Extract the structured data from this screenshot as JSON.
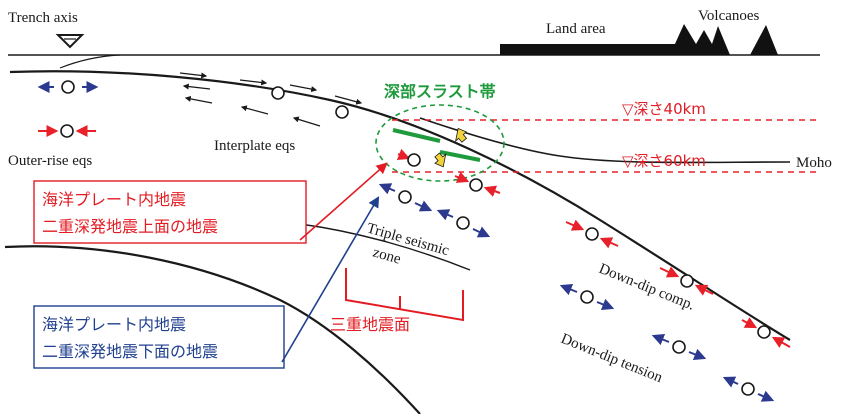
{
  "labels": {
    "trench_axis": "Trench axis",
    "land_area": "Land area",
    "volcanoes": "Volcanoes",
    "moho": "Moho",
    "outer_rise": "Outer-rise eqs",
    "interplate": "Interplate eqs",
    "triple_line1": "Triple seismic",
    "triple_line2": "zone",
    "downdip_comp": "Down-dip comp.",
    "downdip_tension": "Down-dip tension"
  },
  "annotations": {
    "deep_thrust": "深部スラスト帯",
    "depth40": "▽深さ40km",
    "depth60": "▽深さ60km",
    "upper_line1": "海洋プレート内地震",
    "upper_line2": "二重深発地震上面の地震",
    "lower_line1": "海洋プレート内地震",
    "lower_line2": "二重深発地震下面の地震",
    "triple_zone": "三重地震面"
  },
  "colors": {
    "ink": "#1a1a1a",
    "red": "#e8202a",
    "blue": "#2b3a8f",
    "green": "#1f9a3c",
    "yellow": "#f2d23a",
    "annot_red": "#e31b23",
    "annot_blue": "#1f3f8f"
  }
}
